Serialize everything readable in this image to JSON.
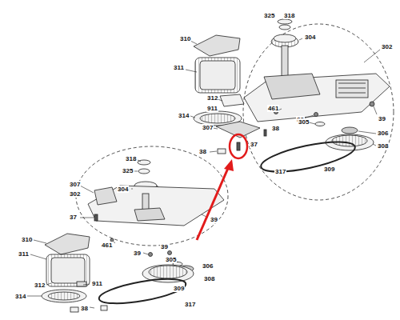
{
  "diagram": {
    "labels": [
      "325",
      "318",
      "304",
      "302",
      "310",
      "311",
      "312",
      "911",
      "461",
      "39",
      "39",
      "314",
      "305",
      "307",
      "38",
      "37",
      "306",
      "308",
      "38",
      "317",
      "309",
      "318",
      "325",
      "304",
      "302",
      "307",
      "37",
      "39",
      "461",
      "310",
      "311",
      "39",
      "39",
      "305",
      "306",
      "312",
      "911",
      "308",
      "309",
      "314",
      "317",
      "38"
    ]
  }
}
